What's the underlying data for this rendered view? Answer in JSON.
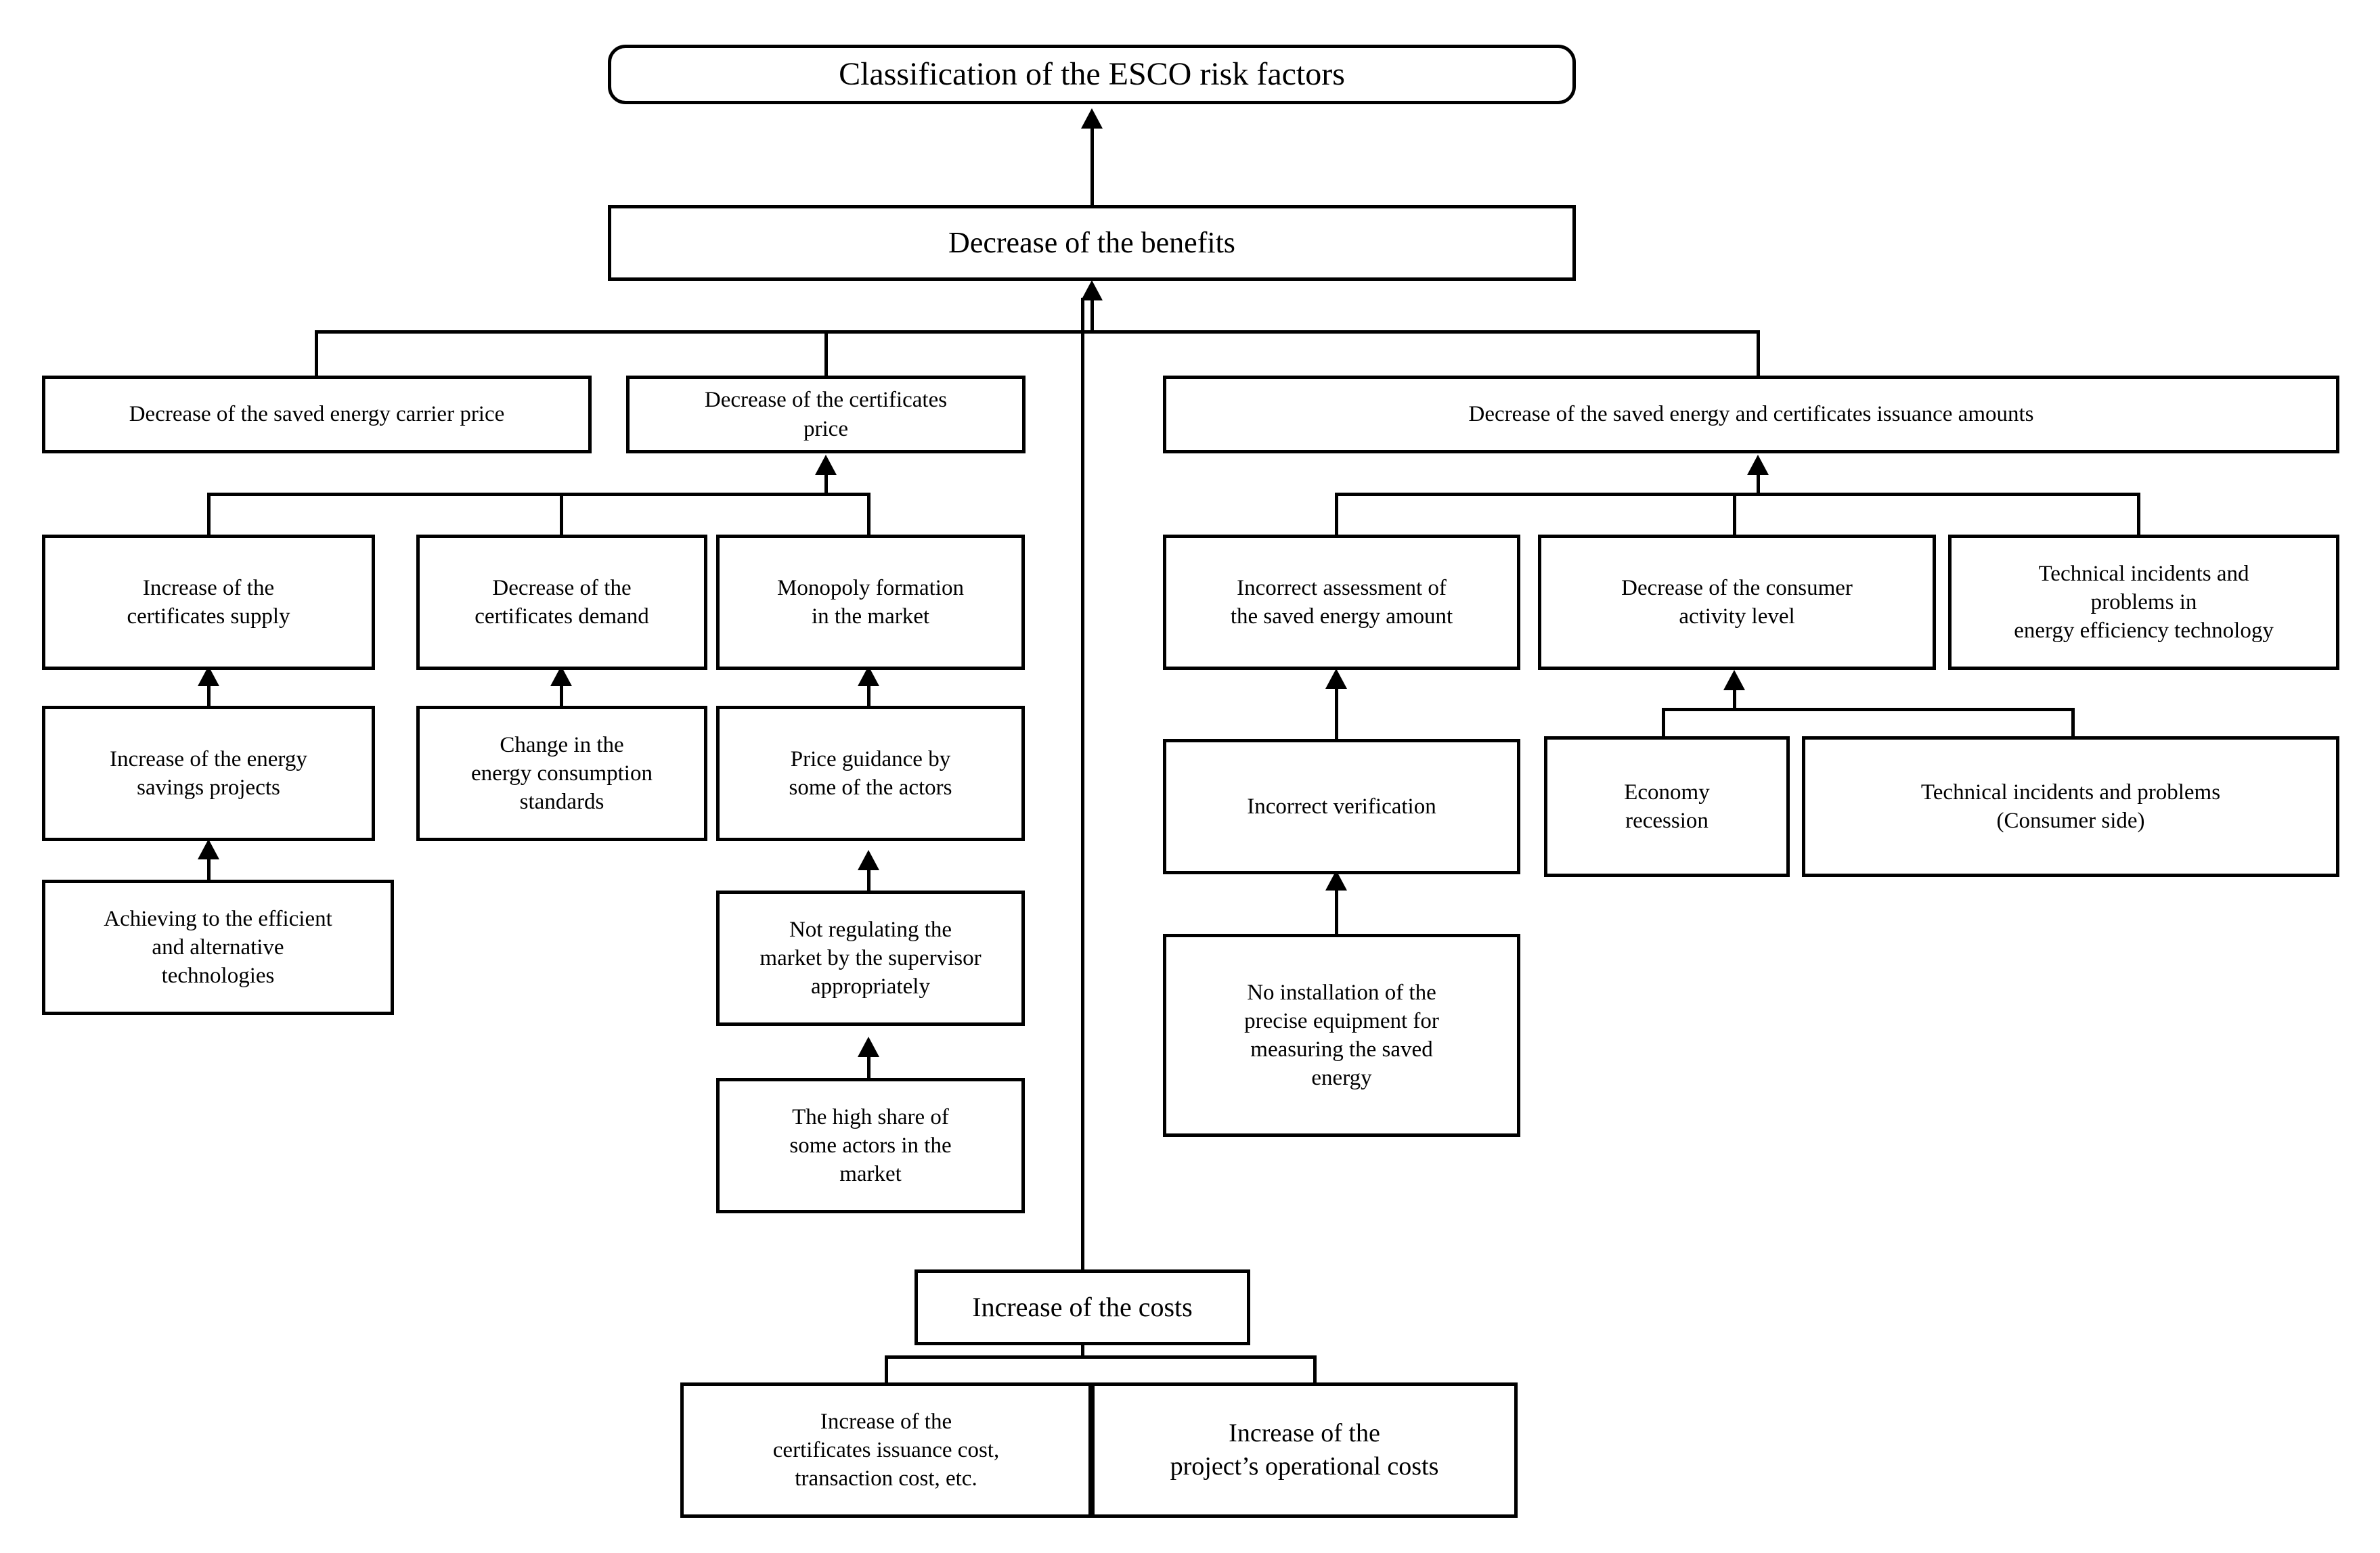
{
  "diagram": {
    "title": "Classification of the ESCO risk factors",
    "type": "hierarchical-tree",
    "nodes": {
      "root": "Classification of the ESCO risk factors",
      "benefits": "Decrease of the benefits",
      "carrier_price": "Decrease of the saved energy carrier price",
      "cert_price": "Decrease of the certificates\nprice",
      "issuance_amounts": "Decrease of the saved energy and certificates issuance amounts",
      "cert_supply": "Increase of the\ncertificates supply",
      "cert_demand": "Decrease of the\ncertificates demand",
      "monopoly": "Monopoly formation\nin the market",
      "incorrect_assessment": "Incorrect assessment of\nthe saved energy amount",
      "consumer_activity": "Decrease of the consumer\nactivity level",
      "tech_incidents_energy": "Technical incidents and\nproblems in\nenergy efficiency technology",
      "energy_savings_projects": "Increase of the energy\nsavings projects",
      "consumption_standards": "Change in the\nenergy consumption\nstandards",
      "price_guidance": "Price guidance by\nsome of the actors",
      "incorrect_verification": "Incorrect verification",
      "economy_recession": "Economy\nrecession",
      "tech_incidents_consumer": "Technical incidents and problems\n(Consumer side)",
      "efficient_tech": "Achieving to the efficient\nand alternative\ntechnologies",
      "not_regulating": "Not regulating the\nmarket by the supervisor\nappropriately",
      "no_installation": "No installation of the\nprecise equipment for\nmeasuring the saved\nenergy",
      "high_share": "The high share of\nsome actors in the\nmarket",
      "costs": "Increase of the costs",
      "issuance_cost": "Increase of the\ncertificates issuance cost,\ntransaction cost, etc.",
      "operational_costs": "Increase of the\nproject’s operational costs"
    },
    "colors": {
      "line": "#000000",
      "box_fill": "#ffffff",
      "text": "#000000"
    }
  }
}
